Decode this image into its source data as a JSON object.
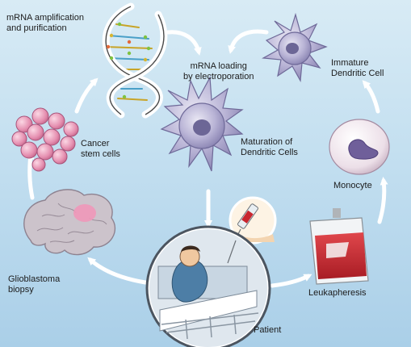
{
  "labels": {
    "mrna_amplification": [
      "mRNA amplification",
      "and purification"
    ],
    "mrna_loading": [
      "mRNA loading",
      "by electroporation"
    ],
    "immature_dc": [
      "Immature",
      "Dendritic Cell"
    ],
    "cancer_stem": [
      "Cancer",
      "stem cells"
    ],
    "maturation": [
      "Maturation of",
      "Dendritic Cells"
    ],
    "monocyte": "Monocyte",
    "glioblastoma": [
      "Glioblastoma",
      "biopsy"
    ],
    "leukapheresis": "Leukapheresis",
    "patient": "Patient"
  },
  "colors": {
    "background": "#c3dff0",
    "arrow": "#ffffff",
    "dendritic_cell": "#b7b2d4",
    "cancer_cell": "#e79ab8",
    "brain": "#c9c0c8",
    "tumor": "#ee9ab9",
    "blood": "#c8262e"
  }
}
